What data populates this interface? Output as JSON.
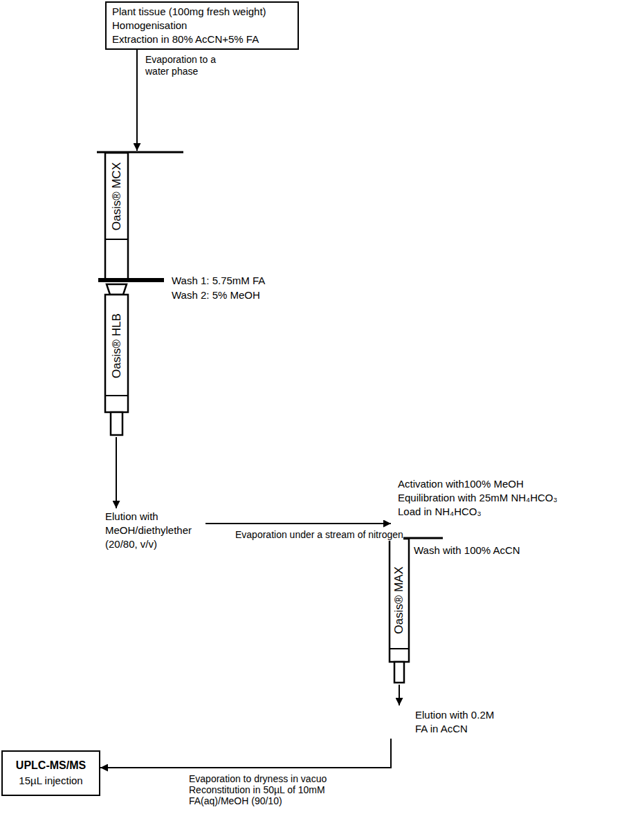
{
  "diagram": {
    "nodes": [
      {
        "text": [
          "Plant tissue (100mg fresh weight)",
          "Homogenisation",
          "Extraction in 80% AcCN+5% FA"
        ]
      },
      {
        "text": [
          "Oasis® MCX"
        ]
      },
      {
        "text": [
          "Oasis® HLB"
        ]
      },
      {
        "text": [
          "Elution with MeOH/diethylether (20/80, v/v)"
        ]
      },
      {
        "text": [
          "Activation with100% MeOH",
          "Equilibration with 25mM NH₄HCO₃",
          "Load in NH₄HCO₃",
          "Oasis® MAX"
        ]
      },
      {
        "text": [
          "Elution with 0.2M FA in AcCN"
        ]
      },
      {
        "text": [
          "UPLC-MS/MS",
          "15µL injection"
        ]
      }
    ],
    "edges": [
      {
        "from": 0,
        "to": 1,
        "arrow": "to",
        "label": "Evaporation to a water phase"
      },
      {
        "from": 2,
        "to": 3,
        "arrow": "to"
      },
      {
        "from": 3,
        "to": 4,
        "arrow": "to",
        "label": "Evaporation under a stream of nitrogen"
      },
      {
        "from": 4,
        "to": 5,
        "arrow": "to"
      },
      {
        "from": 5,
        "to": 6,
        "arrow": "to",
        "label": "Evaporation to dryness in vacuo Reconstitution in 50µL of 10mM FA(aq)/MeOH (90/10)"
      }
    ],
    "labels": [
      "Wash 1: 5.75mM FA",
      "Wash 2: 5% MeOH",
      "Wash with 100% AcCN"
    ]
  }
}
